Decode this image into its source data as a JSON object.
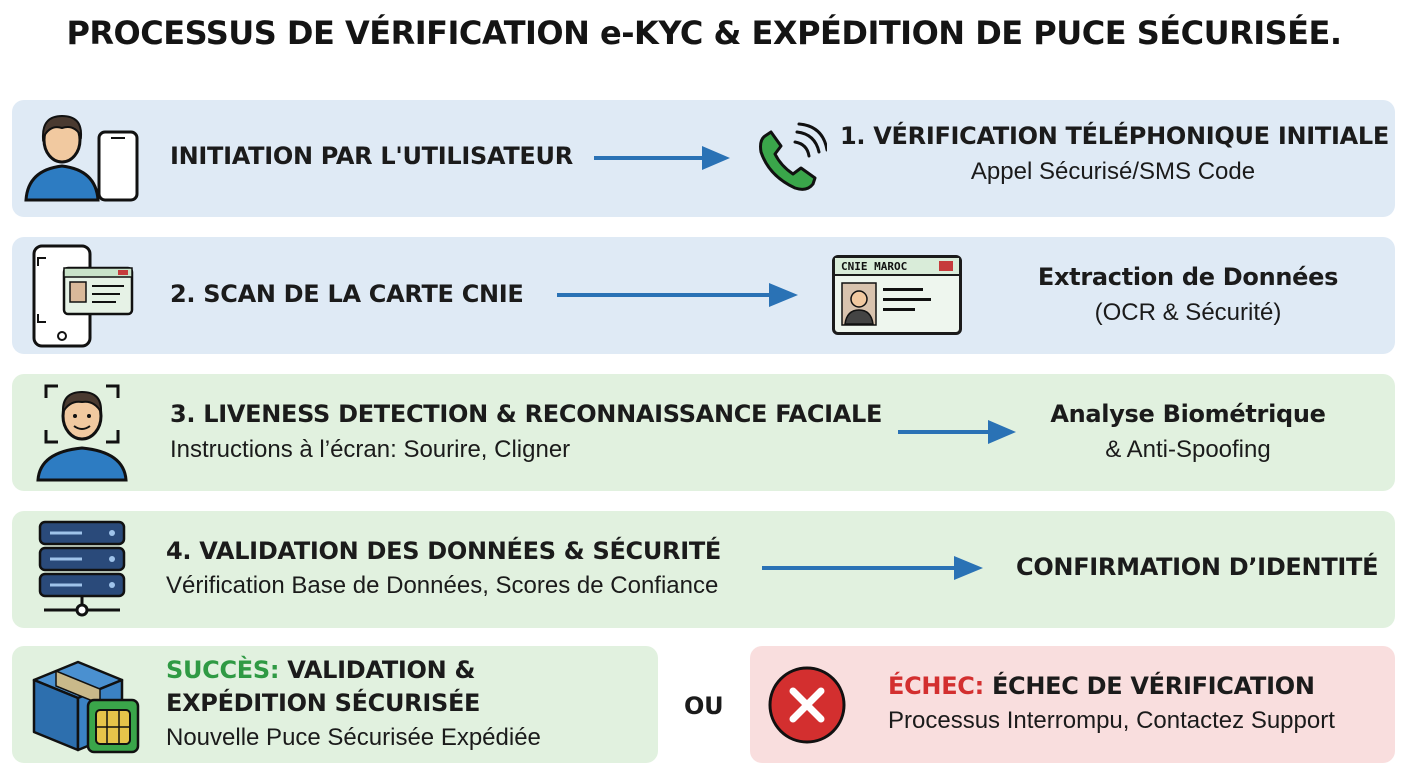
{
  "title": "PROCESSUS DE VÉRIFICATION e-KYC & EXPÉDITION DE PUCE SÉCURISÉE.",
  "steps": [
    {
      "left": "INITIATION PAR L'UTILISATEUR",
      "right_title": "1. VÉRIFICATION TÉLÉPHONIQUE INITIALE",
      "right_sub": "Appel Sécurisé/SMS Code"
    },
    {
      "left": "2. SCAN DE LA CARTE CNIE",
      "card_label": "CNIE  MAROC",
      "right_title": "Extraction de Données",
      "right_sub": "(OCR & Sécurité)"
    },
    {
      "left": "3. LIVENESS DETECTION & RECONNAISSANCE FACIALE",
      "left_sub": "Instructions à l’écran: Sourire, Cligner",
      "right_title": "Analyse Biométrique",
      "right_sub": "& Anti-Spoofing"
    },
    {
      "left": "4. VALIDATION DES DONNÉES & SÉCURITÉ",
      "left_sub": "Vérification Base de Données, Scores de Confiance",
      "right_title": "CONFIRMATION D’IDENTITÉ"
    }
  ],
  "success": {
    "prefix": "SUCCÈS:",
    "line1": " VALIDATION &",
    "line2": "EXPÉDITION SÉCURISÉE",
    "sub": "Nouvelle Puce Sécurisée Expédiée"
  },
  "or": "OU",
  "failure": {
    "prefix": "ÉCHEC:",
    "title": " ÉCHEC DE VÉRIFICATION",
    "sub": "Processus Interrompu, Contactez Support"
  },
  "colors": {
    "blue_band": "#dfeaf5",
    "green_band": "#e1f1df",
    "red_band": "#f9dede",
    "arrow": "#2a72b5",
    "success": "#2f9a44",
    "failure": "#d32f2f"
  }
}
